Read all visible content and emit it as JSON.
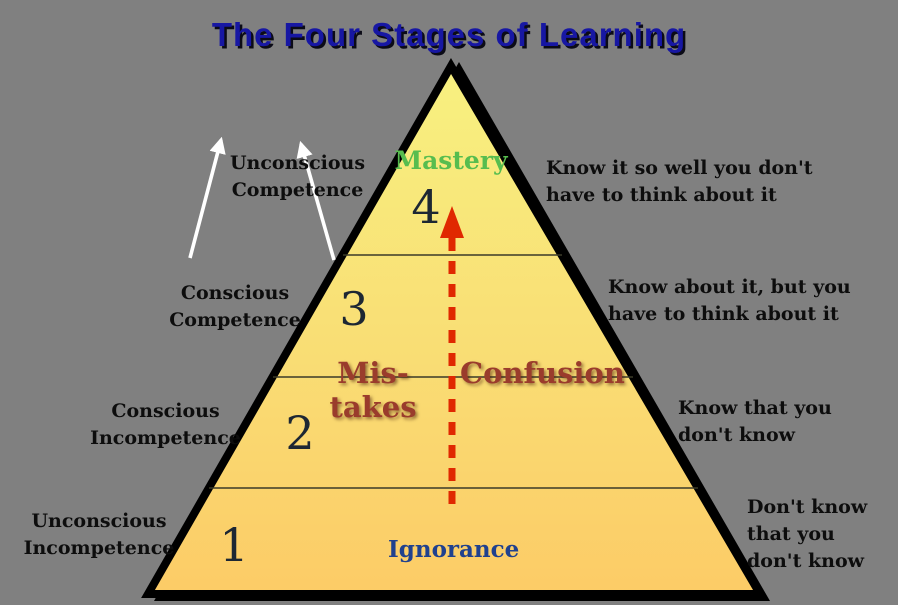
{
  "title": "The Four Stages of Learning",
  "pyramid": {
    "stage_numbers": [
      "4",
      "3",
      "2",
      "1"
    ],
    "top_inner_label": "Mastery",
    "bottom_inner_label": "Ignorance",
    "center_annotations": {
      "left": "Mis-takes",
      "right": "Confusion"
    }
  },
  "left_labels": [
    {
      "line1": "Unconscious",
      "line2": "Competence"
    },
    {
      "line1": "Conscious",
      "line2": "Competence"
    },
    {
      "line1": "Conscious",
      "line2": "Incompetence"
    },
    {
      "line1": "Unconscious",
      "line2": "Incompetence"
    }
  ],
  "right_labels": [
    {
      "line1": "Know it so well you don't",
      "line2": "have to think about it"
    },
    {
      "line1": "Know about it, but you",
      "line2": "have to think about it"
    },
    {
      "line1": "Know that you",
      "line2": "don't know"
    },
    {
      "line1": "Don't know",
      "line2": "that you",
      "line3": "don't know"
    }
  ],
  "icons": {
    "white_up_arrows": "two white arrows pointing upward beside Unconscious Competence",
    "red_dashed_arrow": "red dashed arrow rising from Ignorance toward Mastery"
  },
  "colors": {
    "background": "#808080",
    "title_blue": "#1717a3",
    "pyramid_top": "#f8f180",
    "pyramid_mid": "#f9dd74",
    "pyramid_bottom": "#fccb66",
    "pyramid_border": "#000000",
    "divider_line": "#3a3a28",
    "mastery_green": "#57bd4f",
    "mistakes_red": "#9a3c2c",
    "arrow_red": "#e02800",
    "ignorance_blue": "#20418e",
    "label_black": "#0d0d0d",
    "white_arrow": "#ffffff"
  }
}
